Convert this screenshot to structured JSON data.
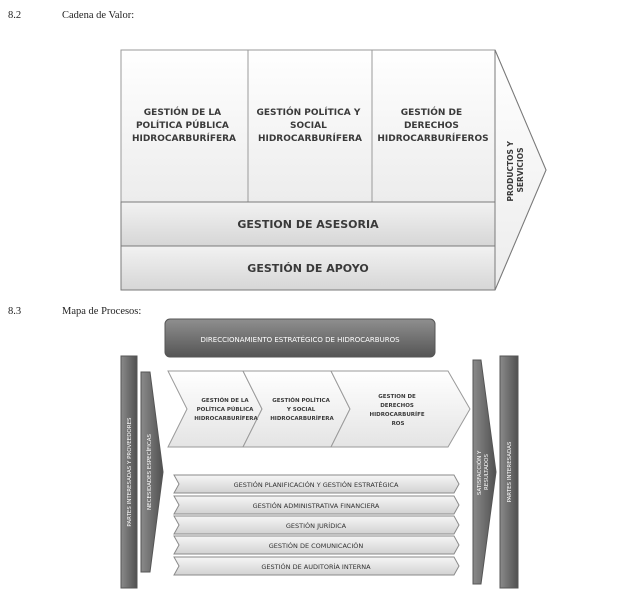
{
  "section1": {
    "number": "8.2",
    "title": "Cadena de Valor:",
    "primary": [
      [
        "GESTIÓN DE LA",
        "POLÍTICA PÚBLICA",
        "HIDROCARBURÍFERA"
      ],
      [
        "GESTIÓN POLÍTICA Y",
        "SOCIAL",
        "HIDROCARBURÍFERA"
      ],
      [
        "GESTIÓN DE",
        "DERECHOS",
        "HIDROCARBURÍFEROS"
      ]
    ],
    "arrow_label": [
      "PRODUCTOS Y",
      "SERVICIOS"
    ],
    "bands": [
      "GESTION DE ASESORIA",
      "GESTIÓN DE APOYO"
    ]
  },
  "section2": {
    "number": "8.3",
    "title": "Mapa de Procesos:",
    "top_box": "DIRECCIONAMIENTO ESTRATÉGICO DE HIDROCARBUROS",
    "left_bar": "PARTES INTERESADAS Y PROVEEDORES",
    "left_arrow": "NECESIDADES ESPECÍFICAS",
    "chevrons": [
      [
        "GESTIÓN DE LA",
        "POLÍTICA PÚBLICA",
        "HIDROCARBURÍFERA"
      ],
      [
        "GESTIÓN POLÍTICA",
        "Y SOCIAL",
        "HIDROCARBURÍFERA"
      ],
      [
        "GESTION DE",
        "DERECHOS",
        "HIDROCARBURÍFE",
        "ROS"
      ]
    ],
    "support": [
      "GESTIÓN PLANIFICACIÓN Y GESTIÓN ESTRATÉGICA",
      "GESTIÓN ADMINISTRATIVA FINANCIERA",
      "GESTIÓN JURÍDICA",
      "GESTIÓN DE COMUNICACIÓN",
      "GESTIÓN DE AUDITORÍA INTERNA"
    ],
    "right_arrow": [
      "SATISFACCIÓN Y",
      "RESULTADOS"
    ],
    "right_bar": "PARTES INTERESADAS"
  }
}
